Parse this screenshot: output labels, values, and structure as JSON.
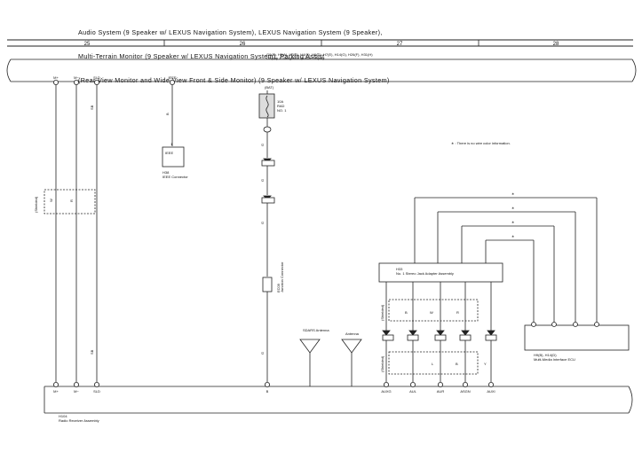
{
  "title": {
    "line1": "Audio System (9 Speaker w/ LEXUS Navigation System),  LEXUS Navigation System (9 Speaker),",
    "line2": "Multi-Terrain Monitor (9 Speaker w/ LEXUS Navigation System),  Parking Assist",
    "line3": "(Rear View Monitor and Wide-View Front & Side Monitor) (9 Speaker w/ LEXUS Navigation System)"
  },
  "sections": [
    "25",
    "26",
    "27",
    "28"
  ],
  "display": {
    "codes": "G9(A), H2(A), H3(B), H4(C), H6(D), H7(E), H14(G), H26(F), H31(H)",
    "name": "Display & Navigation Module Display"
  },
  "top_pins": {
    "mplus": "M+",
    "mminus": "M−",
    "sld": "SLD",
    "ieee": "IEEE"
  },
  "batt": {
    "label": "(BAT)",
    "fuse": "10A",
    "fuse_name": "RAD",
    "fuse_no": "NO. 1"
  },
  "note": "∗ : There is no wire color information.",
  "ieee_connector": {
    "box_label": "IEEE",
    "code": "H38",
    "name": "IEEE Connector",
    "pin": "1"
  },
  "junction": {
    "code": "EC09",
    "name": "Junction Connector"
  },
  "shielded_label": "(Shielded)",
  "stereo_jack": {
    "code": "H33",
    "name": "No. 1 Stereo Jack Adapter Assembly"
  },
  "mm_ecu": {
    "code": "H9(B), H14(D)",
    "name": "Multi-Media Interface ECU"
  },
  "antennas": {
    "sdars": "SDARS Antenna",
    "antenna": "Antenna"
  },
  "radio": {
    "code": "H104",
    "name": "Radio Receiver Assembly",
    "pins": [
      "M+",
      "M−",
      "SLD",
      "B",
      "AUXG",
      "AUL",
      "AUR",
      "ASGN",
      "AUXI"
    ]
  },
  "wire_colors": {
    "sb": "SB",
    "b": "B",
    "w": "W",
    "r": "R",
    "g": "G",
    "l": "L",
    "y": "Y",
    "star": "∗"
  }
}
